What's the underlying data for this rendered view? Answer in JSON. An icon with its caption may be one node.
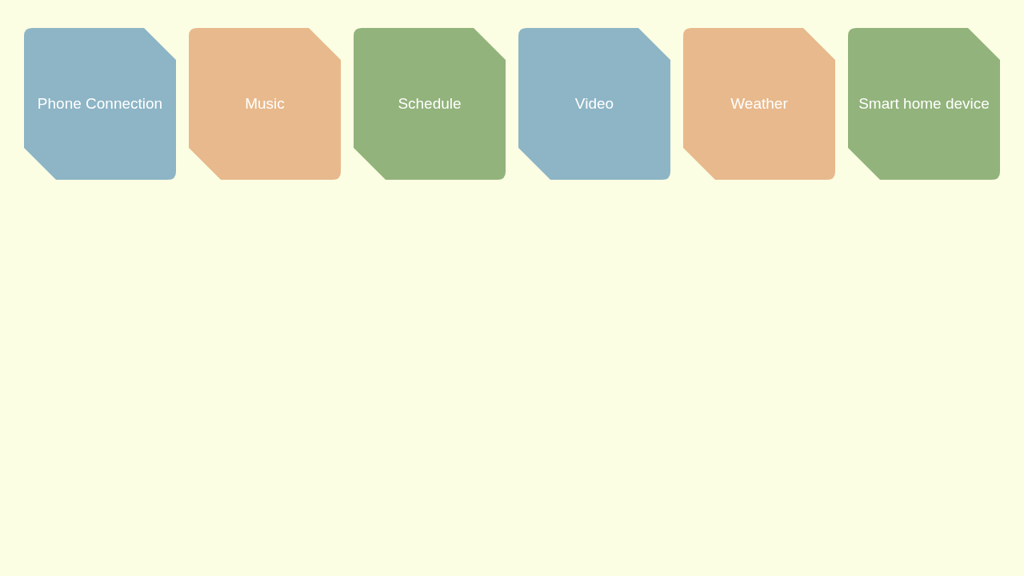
{
  "diagram": {
    "nodes": [
      {
        "text": [
          "Phone Connection"
        ]
      },
      {
        "text": [
          "Music"
        ]
      },
      {
        "text": [
          "Schedule"
        ]
      },
      {
        "text": [
          "Video"
        ]
      },
      {
        "text": [
          "Weather"
        ]
      },
      {
        "text": [
          "Smart home device"
        ]
      }
    ]
  }
}
